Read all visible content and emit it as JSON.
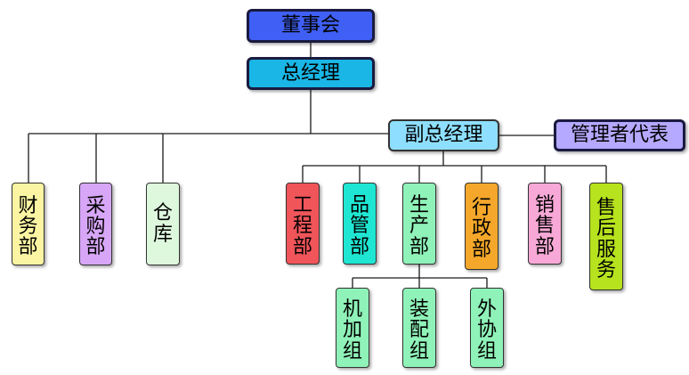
{
  "colors": {
    "board": "#3f5ff5",
    "gm": "#1ab6e6",
    "vice_gm": "#8edfff",
    "rep": "#b5a8ff",
    "finance": "#fbf5a3",
    "purchasing": "#d7a6f7",
    "warehouse": "#def8de",
    "engineering": "#f0555a",
    "quality": "#1fe6d2",
    "production": "#8ff2b8",
    "admin": "#f4a72a",
    "sales": "#f7a8d6",
    "after_sales": "#b6e21e",
    "sub": "#8ff2b8"
  },
  "nodes": {
    "board": "董事会",
    "gm": "总经理",
    "vice_gm": "副总经理",
    "management_rep": "管理者代表",
    "finance": "财务部",
    "purchasing": "采购部",
    "warehouse": "仓库",
    "engineering": "工程部",
    "quality": "品管部",
    "production": "生产部",
    "admin": "行政部",
    "sales": "销售部",
    "after_sales": "售后服务",
    "machining": "机加组",
    "assembly": "装配组",
    "outsourcing": "外协组"
  }
}
